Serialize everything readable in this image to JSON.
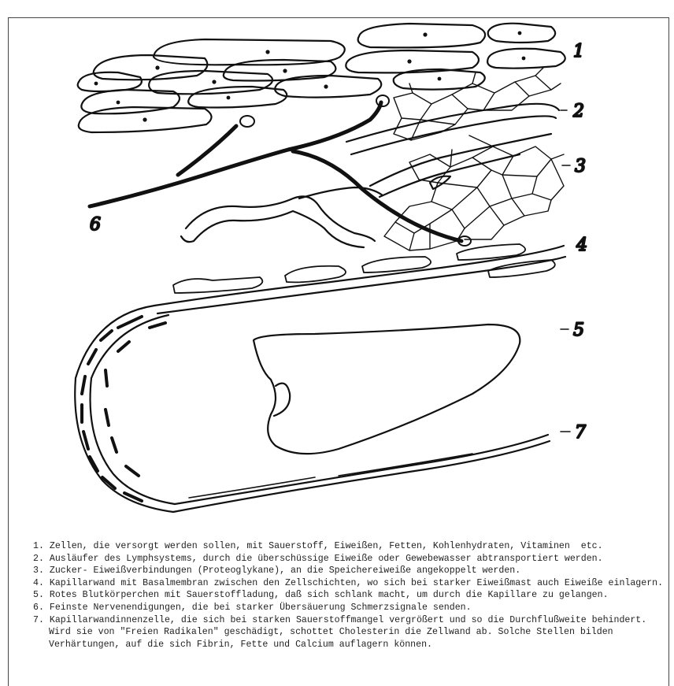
{
  "diagram": {
    "callouts": [
      "1",
      "2",
      "3",
      "4",
      "5",
      "6",
      "7"
    ]
  },
  "legend": {
    "items": [
      "1. Zellen, die versorgt werden sollen, mit Sauerstoff, Eiweißen, Fetten, Kohlenhydraten, Vitaminen  etc.",
      "2. Ausläufer des Lymphsystems, durch die überschüssige Eiweiße oder Gewebewasser abtransportiert werden.",
      "3. Zucker- Eiweißverbindungen (Proteoglykane), an die Speichereiweiße angekoppelt werden.",
      "4. Kapillarwand mit Basalmembran zwischen den Zellschichten, wo sich bei starker Eiweißmast auch Eiweiße einlagern.",
      "5. Rotes Blutkörperchen mit Sauerstoffladung, daß sich schlank macht, um durch die Kapillare zu gelangen.",
      "6. Feinste Nervenendigungen, die bei starker Übersäuerung Schmerzsignale senden.",
      "7. Kapillarwandinnenzelle, die sich bei starken Sauerstoffmangel vergrößert und so die Durchflußweite behindert."
    ],
    "item7_continuation": [
      "Wird sie von \"Freien Radikalen\" geschädigt, schottet Cholesterin die Zellwand ab. Solche Stellen bilden",
      "Verhärtungen, auf die sich Fibrin, Fette und Calcium auflagern können."
    ]
  }
}
